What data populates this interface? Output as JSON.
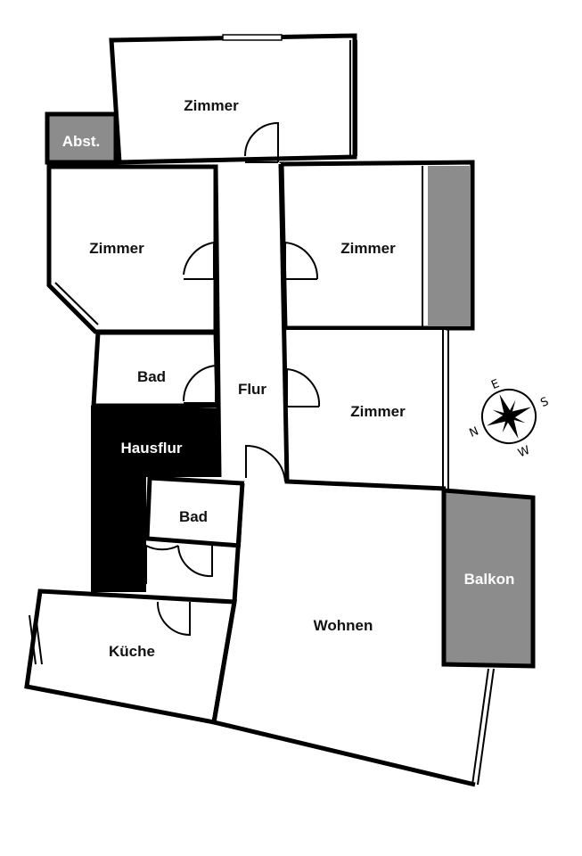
{
  "rooms": {
    "zimmer_top": "Zimmer",
    "abstellraum": "Abst.",
    "zimmer_left": "Zimmer",
    "zimmer_right": "Zimmer",
    "bad_upper": "Bad",
    "flur": "Flur",
    "zimmer_east": "Zimmer",
    "hausflur": "Hausflur",
    "bad_lower": "Bad",
    "balkon": "Balkon",
    "kueche": "Küche",
    "wohnen": "Wohnen"
  },
  "compass": {
    "n": "N",
    "e": "E",
    "s": "S",
    "w": "W"
  },
  "colors": {
    "wall": "#000000",
    "gray_fill": "#8c8c8c",
    "hausflur": "#000000",
    "background": "#ffffff"
  }
}
